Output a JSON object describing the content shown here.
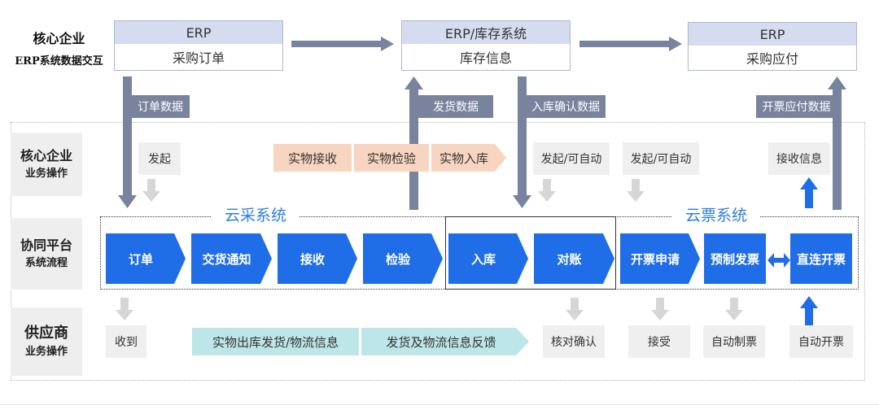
{
  "row_labels": {
    "top_line1": "核心企业",
    "top_line2": "ERP系统数据交互",
    "core_line1": "核心企业",
    "core_line2": "业务操作",
    "platform_line1": "协同平台",
    "platform_line2": "系统流程",
    "supplier_line1": "供应商",
    "supplier_line2": "业务操作"
  },
  "erp": [
    {
      "header": "ERP",
      "body": "采购订单"
    },
    {
      "header": "ERP/库存系统",
      "body": "库存信息"
    },
    {
      "header": "ERP",
      "body": "采购应付"
    }
  ],
  "data_tags": [
    "订单数据",
    "发货数据",
    "入库确认数据",
    "开票应付数据"
  ],
  "core_ops": {
    "initiate": "发起",
    "salmon": [
      "实物接收",
      "实物检验",
      "实物入库"
    ],
    "auto1": "发起/可自动",
    "auto2": "发起/可自动",
    "receive_info": "接收信息"
  },
  "systems": {
    "purchase": "云采系统",
    "invoice": "云票系统"
  },
  "flow_steps": [
    "订单",
    "交货通知",
    "接收",
    "检验",
    "入库",
    "对账",
    "开票申请",
    "预制发票",
    "直连开票"
  ],
  "supplier_ops": {
    "received": "收到",
    "teal": [
      "实物出库发货/物流信息",
      "发货及物流信息反馈"
    ],
    "verify": "核对确认",
    "accept": "接受",
    "auto_make": "自动制票",
    "auto_invoice": "自动开票"
  },
  "colors": {
    "flow_blue": "#1f6ee8",
    "slate": "#78849e",
    "salmon": "#f8d5c0",
    "teal": "#bde6e8",
    "header": "#d5dcef",
    "gray": "#efefef"
  }
}
